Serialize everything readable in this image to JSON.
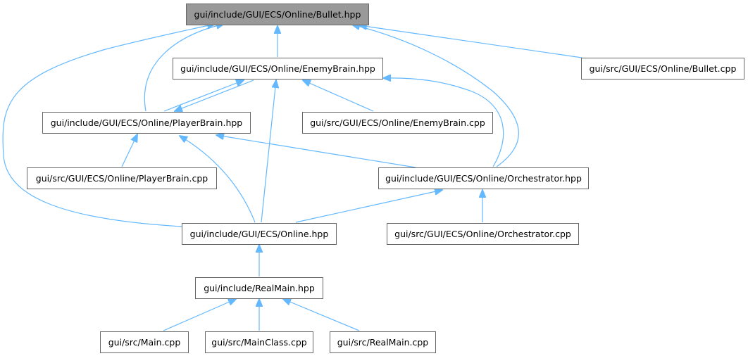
{
  "nodes": {
    "bullet_hpp": "gui/include/GUI/ECS/Online/Bullet.hpp",
    "enemybrain_hpp": "gui/include/GUI/ECS/Online/EnemyBrain.hpp",
    "bullet_cpp": "gui/src/GUI/ECS/Online/Bullet.cpp",
    "playerbrain_hpp": "gui/include/GUI/ECS/Online/PlayerBrain.hpp",
    "enemybrain_cpp": "gui/src/GUI/ECS/Online/EnemyBrain.cpp",
    "playerbrain_cpp": "gui/src/GUI/ECS/Online/PlayerBrain.cpp",
    "orchestrator_hpp": "gui/include/GUI/ECS/Online/Orchestrator.hpp",
    "online_hpp": "gui/include/GUI/ECS/Online.hpp",
    "orchestrator_cpp": "gui/src/GUI/ECS/Online/Orchestrator.cpp",
    "realmain_hpp": "gui/include/RealMain.hpp",
    "main_cpp": "gui/src/Main.cpp",
    "mainclass_cpp": "gui/src/MainClass.cpp",
    "realmain_cpp": "gui/src/RealMain.cpp"
  },
  "edge_color": "#63b8ff",
  "root_fill": "#999999"
}
